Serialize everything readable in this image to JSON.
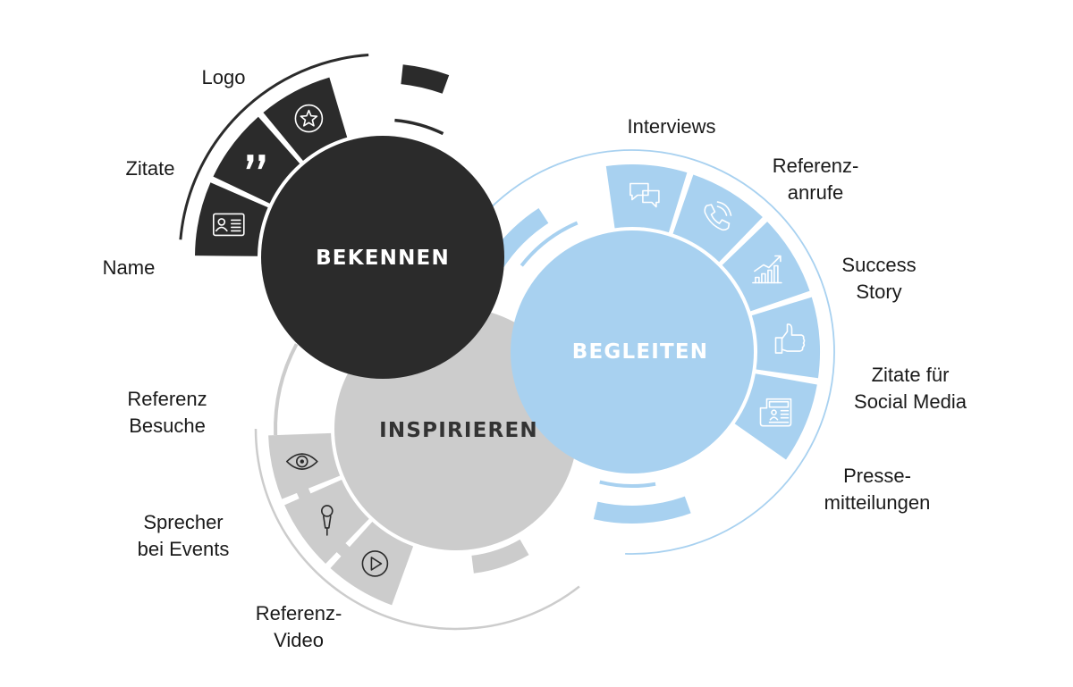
{
  "colors": {
    "dark": "#2b2b2b",
    "blue": "#a8d1f0",
    "blue_line": "#a8d1f0",
    "gray": "#cccccc",
    "gray_icon": "#d3d3d3",
    "icon_dark_stroke": "#ffffff",
    "icon_blue_stroke": "#ffffff",
    "icon_gray_stroke": "#2b2b2b",
    "label": "#1a1a1a"
  },
  "circles": {
    "bekennen": {
      "label": "BEKENNEN"
    },
    "begleiten": {
      "label": "BEGLEITEN"
    },
    "inspirieren": {
      "label": "INSPIRIEREN"
    }
  },
  "bekennen_items": [
    {
      "lines": [
        "Logo"
      ],
      "icon": "star-badge-icon"
    },
    {
      "lines": [
        "Zitate"
      ],
      "icon": "quote-icon"
    },
    {
      "lines": [
        "Name"
      ],
      "icon": "id-card-icon"
    }
  ],
  "begleiten_items": [
    {
      "lines": [
        "Interviews"
      ],
      "icon": "chat-bubbles-icon"
    },
    {
      "lines": [
        "Referenz-",
        "anrufe"
      ],
      "icon": "phone-icon"
    },
    {
      "lines": [
        "Success",
        "Story"
      ],
      "icon": "growth-chart-icon"
    },
    {
      "lines": [
        "Zitate für",
        "Social Media"
      ],
      "icon": "thumbs-up-icon"
    },
    {
      "lines": [
        "Presse-",
        "mitteilungen"
      ],
      "icon": "newspaper-icon"
    }
  ],
  "inspirieren_items": [
    {
      "lines": [
        "Referenz",
        "Besuche"
      ],
      "icon": "eye-icon"
    },
    {
      "lines": [
        "Sprecher",
        "bei Events"
      ],
      "icon": "microphone-icon"
    },
    {
      "lines": [
        "Referenz-",
        "Video"
      ],
      "icon": "play-icon"
    }
  ]
}
